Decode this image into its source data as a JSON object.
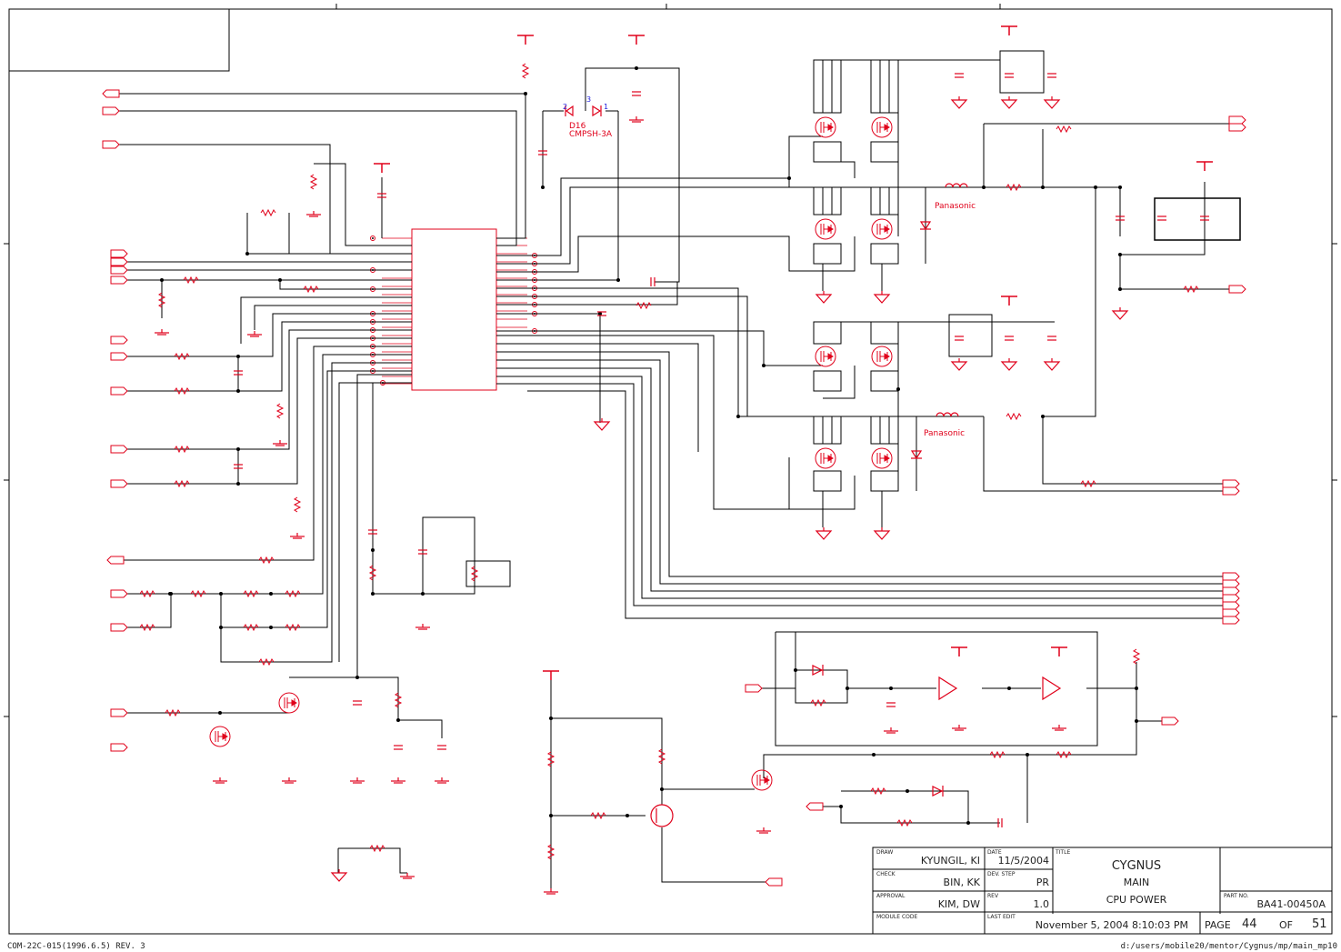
{
  "title_block": {
    "labels": {
      "draw": "DRAW",
      "check": "CHECK",
      "approval": "APPROVAL",
      "module_code": "MODULE CODE",
      "date": "DATE",
      "dev_step": "DEV. STEP",
      "rev": "REV",
      "last_edit": "LAST EDIT",
      "title": "TITLE",
      "part_no": "PART NO.",
      "page": "PAGE",
      "of": "OF"
    },
    "draw": "KYUNGIL, KI",
    "check": "BIN, KK",
    "approval": "KIM, DW",
    "date": "11/5/2004",
    "dev_step": "PR",
    "rev": "1.0",
    "last_edit": "November 5, 2004  8:10:03 PM",
    "title_lines": [
      "CYGNUS",
      "MAIN",
      "CPU POWER"
    ],
    "part_no": "BA41-00450A",
    "page": "44",
    "of": "51"
  },
  "footer": {
    "left": "COM-22C-015(1996.6.5) REV. 3",
    "right": "d:/users/mobile20/mentor/Cygnus/mp/main_mp10"
  },
  "components": {
    "diode_ref": "D16",
    "diode_part": "CMPSH-3A",
    "diode_pin_2": "2",
    "diode_pin_3": "3",
    "diode_pin_1": "1",
    "inductor_label_1": "Panasonic",
    "inductor_label_2": "Panasonic"
  },
  "colors": {
    "ink": "#e0001a",
    "wire": "#000000",
    "pin_label": "#2020dd"
  }
}
